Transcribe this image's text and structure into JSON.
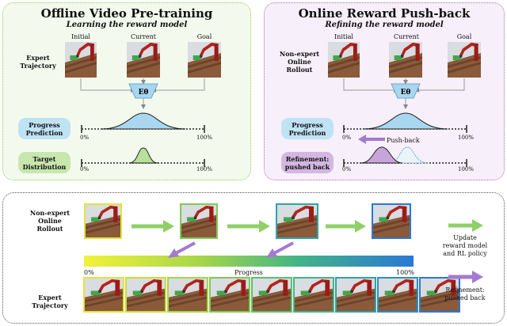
{
  "left_panel": {
    "title": "Offline Video Pre-training",
    "subtitle": "Learning the reward model",
    "frame_labels": [
      "Initial",
      "Current",
      "Goal"
    ],
    "traj_label": "Expert\nTrajectory",
    "encoder": "Eθ",
    "progress_pred": "Progress\nPrediction",
    "target_dist": "Target\nDistribution",
    "tick_start": "0%",
    "tick_end": "100%"
  },
  "right_panel": {
    "title": "Online Reward Push-back",
    "subtitle": "Refining the reward model",
    "frame_labels": [
      "Initial",
      "Current",
      "Goal"
    ],
    "traj_label": "Non-expert\nOnline\nRollout",
    "encoder": "Eθ",
    "progress_pred": "Progress\nPrediction",
    "refinement": "Refinement:\npushed back",
    "pushback": "Push-back",
    "tick_start": "0%",
    "tick_end": "100%"
  },
  "bottom_panel": {
    "rollout_label": "Non-expert\nOnline\nRollout",
    "expert_label": "Expert\nTrajectory",
    "progress_label": "Progress",
    "tick_start": "0%",
    "tick_end": "100%",
    "legend_update": "Update\nreward model\nand RL policy",
    "legend_refine": "Refinement:\npushed back"
  },
  "colors": {
    "green_border": "#8fce5a",
    "purple_border": "#a874c6",
    "blue_pill": "#bfe3f5",
    "green_pill": "#c8e7ae",
    "purple_pill": "#d3b7e2",
    "green_arrow": "#8fd068",
    "purple_arrow": "#a47ad0",
    "encoder": "#a9d7ef"
  },
  "strip_border_colors": [
    "#e2e53a",
    "#c9de3d",
    "#a7d648",
    "#7dcb52",
    "#5fc06c",
    "#43b486",
    "#2fa3a6",
    "#2a8ec5",
    "#2a78d6"
  ]
}
